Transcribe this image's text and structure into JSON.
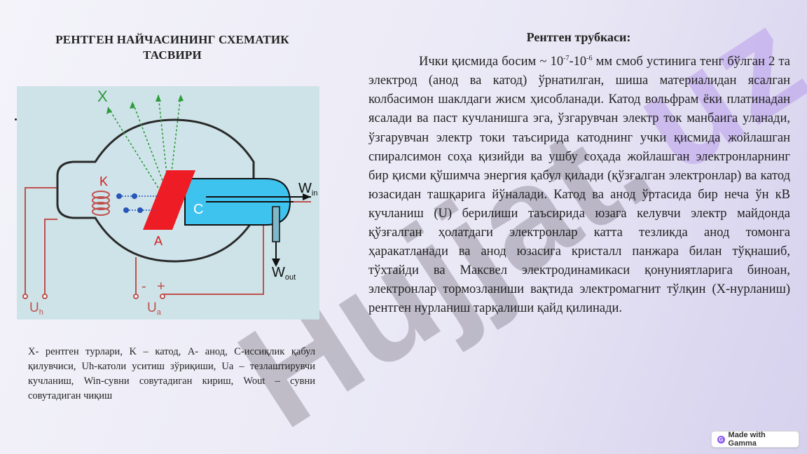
{
  "left": {
    "title": "РЕНТГЕН НАЙЧАСИНИНГ СХЕМАТИК ТАСВИРИ",
    "caption": "X- рентген турлари, K – катод, A- анод, C-иссиқлик қабул қилувчиси, Uh-католи уситиш зўриқиши,  Ua – тезлаштирувчи кучланиш,   Win-сувни совутадиган кириш,  Wout – сувни совутадиган чиқиш"
  },
  "diagram": {
    "label_x": "X",
    "label_k": "K",
    "label_a": "A",
    "label_c": "C",
    "label_win": "W",
    "label_win_sub": "in",
    "label_wout": "W",
    "label_wout_sub": "out",
    "label_uh": "U",
    "label_uh_sub": "h",
    "label_ua": "U",
    "label_ua_sub": "a",
    "label_minus": "-",
    "label_plus": "+"
  },
  "right": {
    "title": "Рентген трубкаси:",
    "body_part1": "Ички қисмида босим  ~ 10",
    "exp1": "-7",
    "body_mid": "-10",
    "exp2": "-6",
    "body_part2": " мм смоб устинига тенг бўлган 2 та электрод (анод ва катод) ўрнатилган, шиша материалидан ясалган колбасимон шаклдаги жисм ҳисобланади. Катод вольфрам ёки платинадан ясалади ва паст кучланишга эга, ўзгарувчан электр ток манбаига уланади, ўзгарувчан электр токи таъсирида катоднинг учки қисмида жойлашган спиралсимон соҳа қизийди ва ушбу соҳада жойлашган электронларнинг бир қисми қўшимча энергия қабул қилади (қўзғалган электронлар) ва катод юзасидан ташқарига йўналади.  Катод ва анод ўртасида бир неча ўн кВ кучланиш (U) берилиши таъсирида юзага келувчи электр майдонда қўзғалган ҳолатдаги электронлар катта тезликда анод томонга ҳаракатланади ва анод юзасига кристалл панжара билан тўқнашиб, тўхтайди ва   Максвел электродинамикаси қонуниятларига биноан, электронлар тормозланиши вақтида электромагнит тўлқин (Х-нурланиш) рентген нурланиш тарқалиши қайд қилинади."
  },
  "badge": {
    "label": "Made with Gamma",
    "icon": "G"
  },
  "watermark": {
    "text": "Hujjat.uz"
  },
  "colors": {
    "accent_purple": "#8a5cf0",
    "anode_red": "#ee1c25",
    "collector_blue": "#3ec3ee",
    "wire_red": "#c0504d",
    "diagram_bg": "#cde3e8"
  }
}
